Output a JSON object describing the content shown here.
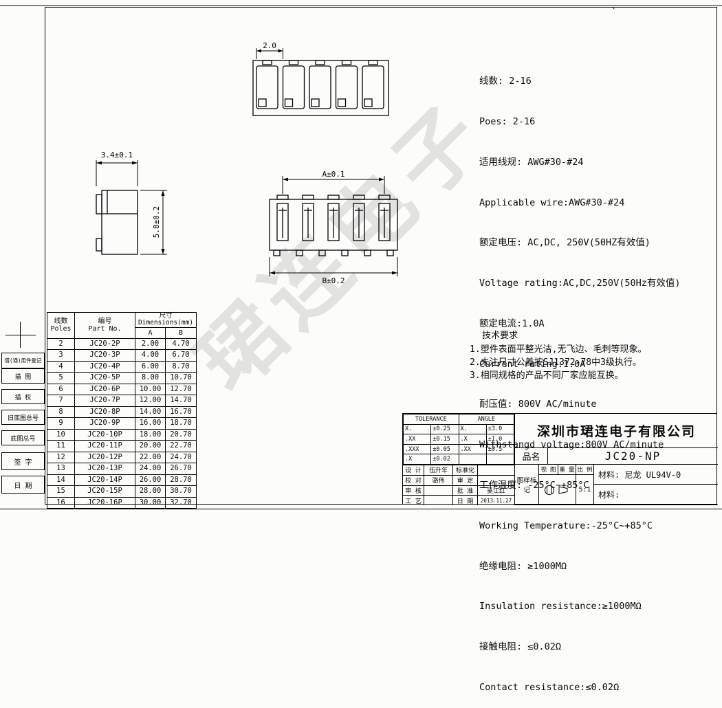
{
  "watermark": "珺连电子",
  "stray_mark": "`",
  "dimensions": {
    "pitch": "2.0",
    "side_width": "3.4±0.1",
    "side_height": "5.8±0.2",
    "front_top": "A±0.1",
    "front_bottom": "B±0.2"
  },
  "specs": {
    "lines": [
      "线数: 2-16",
      "Poes: 2-16",
      "适用线规: AWG#30-#24",
      "Applicable wire:AWG#30-#24",
      "额定电压: AC,DC, 250V(50HZ有效值)",
      "Voltage rating:AC,DC,250V(50Hz有效值)",
      "额定电流:1.0A",
      "Current rating:1.0A",
      "耐压值: 800V AC/minute",
      "Withstangd voltage:800V AC/minute",
      "工作温度: -25°C~+85°C",
      "Working Temperature:-25°C~+85°C",
      "绝缘电阻: ≥1000MΩ",
      "Insulation resistance:≥1000MΩ",
      "接触电阻: ≤0.02Ω",
      "Contact resistance:≤0.02Ω"
    ]
  },
  "tech_requirements": {
    "title": "技术要求",
    "items": [
      "1.塑件表面平整光洁,无飞边、毛刺等现象。",
      "2.未注尺寸公差按SJ1372-78中3级执行。",
      "3.相同规格的产品不同厂家应能互换。"
    ]
  },
  "parts_table": {
    "header": {
      "poles_cn": "线数",
      "poles_en": "Poles",
      "part_cn": "编号",
      "part_en": "Part No.",
      "dims": "尺寸Dimensions(mm)",
      "a": "A",
      "b": "B"
    },
    "rows": [
      [
        "2",
        "JC20-2P",
        "2.00",
        "4.70"
      ],
      [
        "3",
        "JC20-3P",
        "4.00",
        "6.70"
      ],
      [
        "4",
        "JC20-4P",
        "6.00",
        "8.70"
      ],
      [
        "5",
        "JC20-5P",
        "8.00",
        "10.70"
      ],
      [
        "6",
        "JC20-6P",
        "10.00",
        "12.70"
      ],
      [
        "7",
        "JC20-7P",
        "12.00",
        "14.70"
      ],
      [
        "8",
        "JC20-8P",
        "14.00",
        "16.70"
      ],
      [
        "9",
        "JC20-9P",
        "16.00",
        "18.70"
      ],
      [
        "10",
        "JC20-10P",
        "18.00",
        "20.70"
      ],
      [
        "11",
        "JC20-11P",
        "20.00",
        "22.70"
      ],
      [
        "12",
        "JC20-12P",
        "22.00",
        "24.70"
      ],
      [
        "13",
        "JC20-13P",
        "24.00",
        "26.70"
      ],
      [
        "14",
        "JC20-14P",
        "26.00",
        "28.70"
      ],
      [
        "15",
        "JC20-15P",
        "28.00",
        "30.70"
      ],
      [
        "16",
        "JC20-16P",
        "30.00",
        "32.70"
      ]
    ]
  },
  "title_block": {
    "tolerance": {
      "title": "TOLERANCE",
      "angle_title": "ANGLE",
      "rows": [
        [
          "X.",
          "±0.25",
          "X.",
          "±3.0"
        ],
        [
          ".XX",
          "±0.15",
          ".X",
          "±1.0"
        ],
        [
          ".XXX",
          "±0.05",
          ".XX",
          "±0.5"
        ],
        [
          ".X",
          "±0.02",
          "",
          ""
        ]
      ]
    },
    "company": "深圳市珺连电子有限公司",
    "product_label": "品名",
    "product_name": "JC20-NP",
    "material_1": "材料: 尼龙 UL94V-0",
    "material_2": "材料:",
    "mark_line1": "图样标",
    "mark_line2": "记",
    "view_label": "视 图",
    "weight_label": "重 量",
    "scale_label": "比 例",
    "scale_value": "5:1",
    "sig": {
      "design_label": "设 计",
      "design_name": "伍升年",
      "standard_label": "标准化",
      "check_label": "校 对",
      "check_name": "骆伟",
      "audit_label": "审 定",
      "review_label": "审 核",
      "ratify_label": "批 准",
      "ratify_name": "吴江红",
      "craft_label": "工 艺",
      "date_label": "日 期",
      "date_value": "2013.11.27"
    }
  },
  "left_margin": {
    "items": [
      "借(通)用件登记",
      "描 图",
      "描 校",
      "旧底图总号",
      "底图总号",
      "签 字",
      "日 期"
    ]
  }
}
